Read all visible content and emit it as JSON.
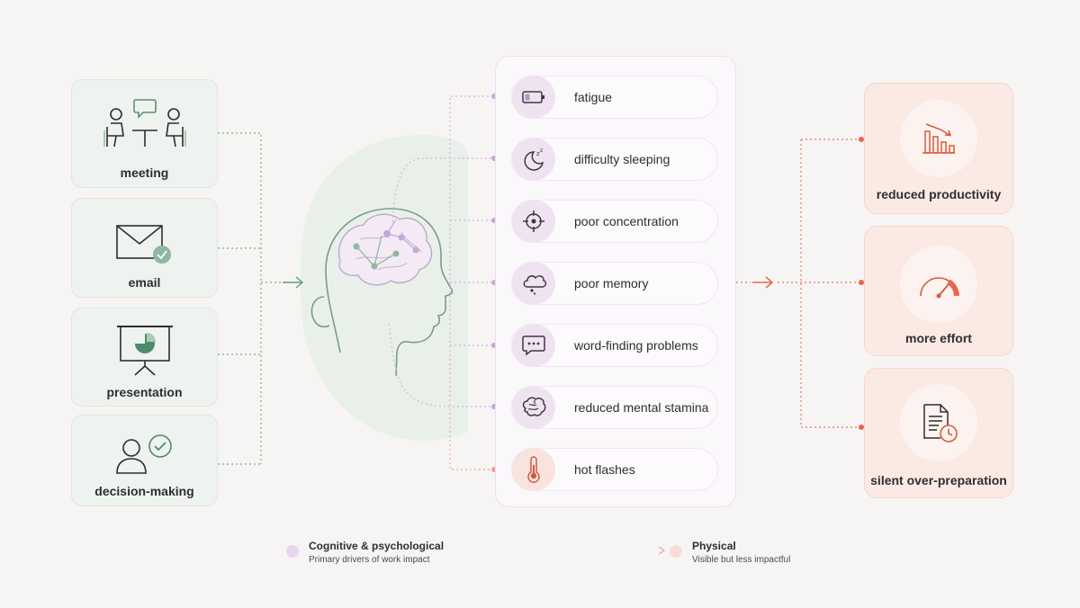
{
  "triggers": [
    {
      "label": "meeting",
      "icon": "meeting-icon"
    },
    {
      "label": "email",
      "icon": "email-check-icon"
    },
    {
      "label": "presentation",
      "icon": "presentation-board-icon"
    },
    {
      "label": "decision-making",
      "icon": "person-check-icon"
    }
  ],
  "center": {
    "icon": "head-brain-icon"
  },
  "symptoms": [
    {
      "label": "fatigue",
      "icon": "low-battery-icon",
      "group": "cognitive"
    },
    {
      "label": "difficulty sleeping",
      "icon": "moon-zzz-icon",
      "group": "cognitive"
    },
    {
      "label": "poor concentration",
      "icon": "crosshair-icon",
      "group": "cognitive"
    },
    {
      "label": "poor memory",
      "icon": "thought-cloud-icon",
      "group": "cognitive"
    },
    {
      "label": "word-finding problems",
      "icon": "speech-dots-icon",
      "group": "cognitive"
    },
    {
      "label": "reduced mental stamina",
      "icon": "brain-icon",
      "group": "cognitive"
    },
    {
      "label": "hot flashes",
      "icon": "thermometer-icon",
      "group": "physical"
    }
  ],
  "impacts": [
    {
      "label": "reduced productivity",
      "icon": "declining-bar-chart-icon"
    },
    {
      "label": "more effort",
      "icon": "gauge-icon"
    },
    {
      "label": "silent over-preparation",
      "icon": "document-clock-icon"
    }
  ],
  "legend": {
    "cognitive": {
      "title": "Cognitive & psychological",
      "subtitle": "Primary drivers of work impact"
    },
    "physical": {
      "title": "Physical",
      "subtitle": "Visible but less impactful"
    }
  },
  "colors": {
    "trigger_green": "#6a9a82",
    "cognitive_purple": "#c9a7d6",
    "physical_coral": "#ea7a5e",
    "impact_orange": "#e4694a"
  }
}
